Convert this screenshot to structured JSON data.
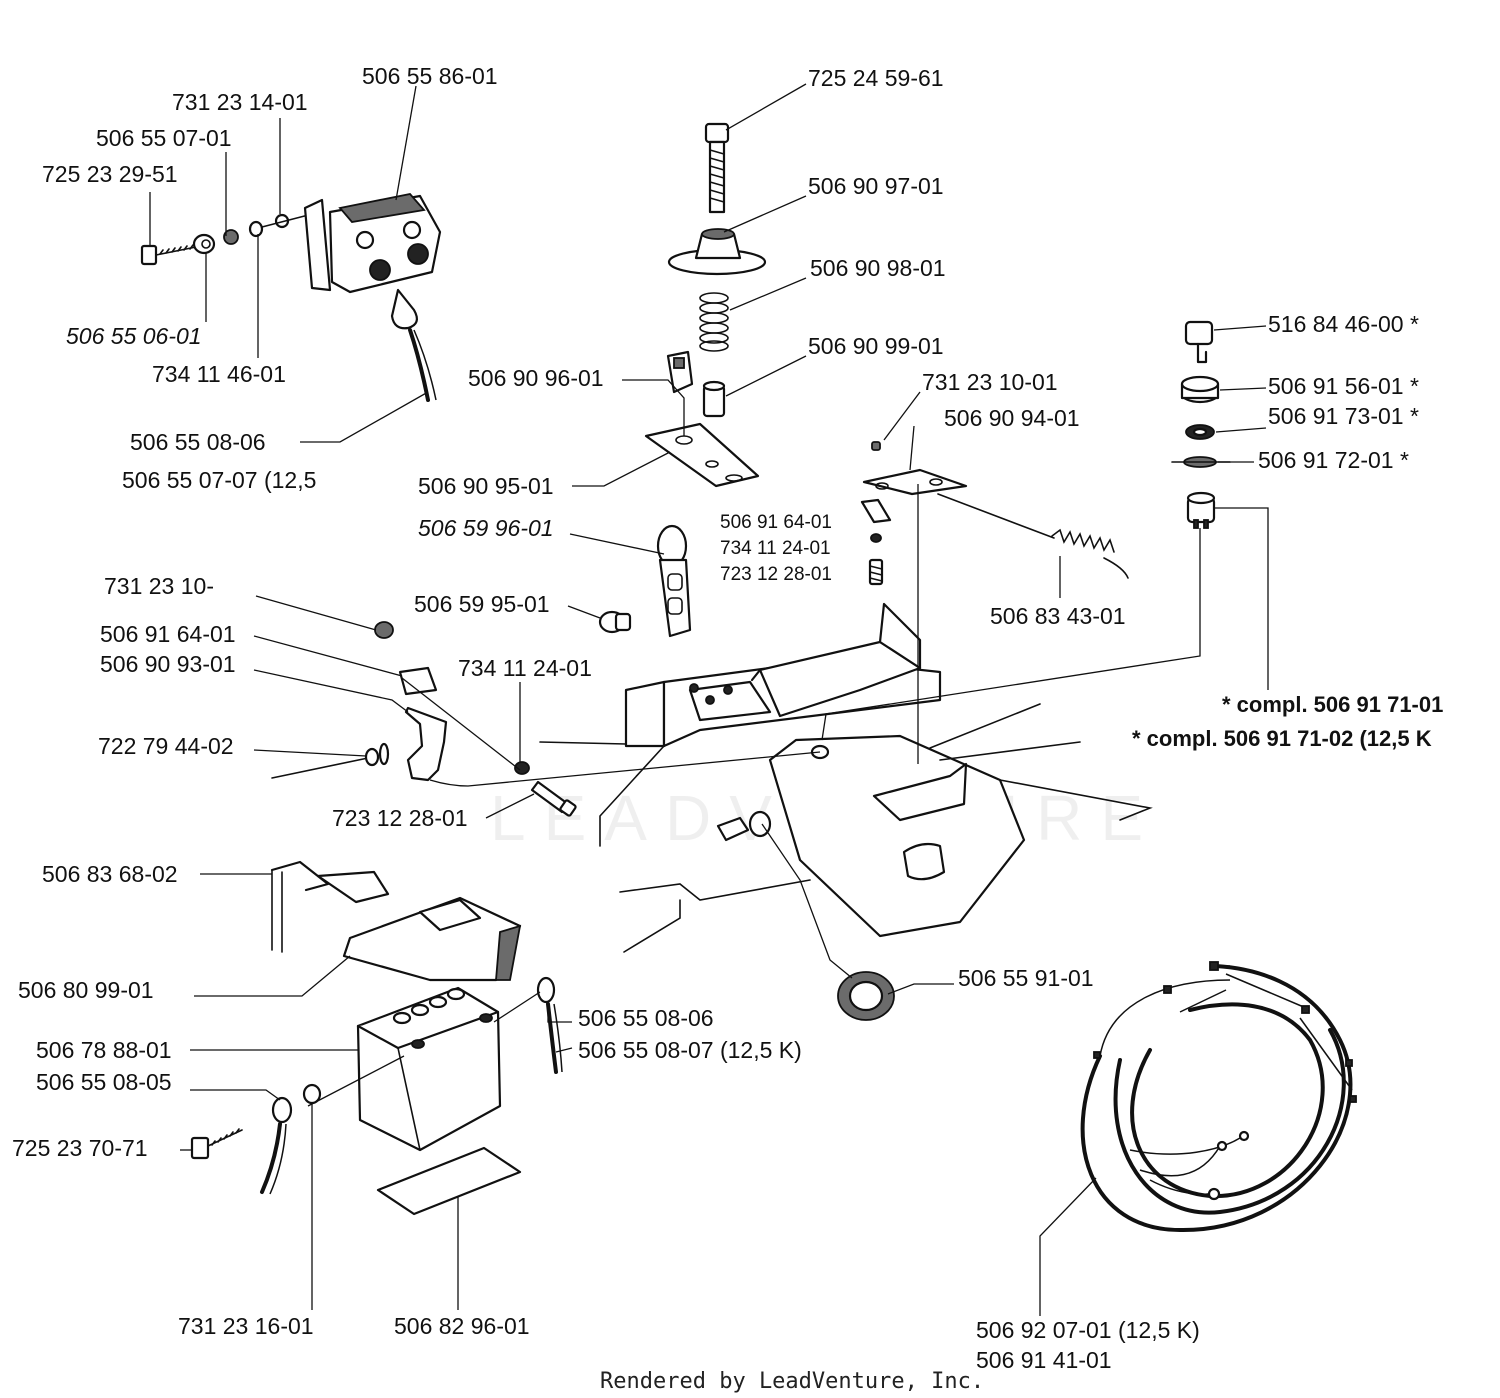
{
  "labels": {
    "p1": "506 55 86-01",
    "p2": "731 23 14-01",
    "p3": "506 55 07-01",
    "p4": "725 23 29-51",
    "p5": "506 55 06-01",
    "p6": "734 11 46-01",
    "p7": "506 55 08-06",
    "p8": "506 55 07-07 (12,5",
    "p9": "725 24 59-61",
    "p10": "506 90 97-01",
    "p11": "506 90 98-01",
    "p12": "506 90 99-01",
    "p13": "506 90 96-01",
    "p14": "506 90 95-01",
    "p15": "506 59 96-01",
    "p16": "506 59 95-01",
    "p17": "731 23 10-01",
    "p18": "506 90 94-01",
    "p19": "506 91 64-01",
    "p20": "734 11 24-01",
    "p21": "723 12 28-01",
    "p22": "506 83 43-01",
    "p23": "516 84 46-00 *",
    "p24": "506 91 56-01 *",
    "p25": "506 91 73-01 *",
    "p26": "506 91 72-01 *",
    "p27": "* compl. 506 91 71-01",
    "p28": "* compl. 506 91 71-02 (12,5 K",
    "p29": "731 23 10-",
    "p30": "506 91 64-01",
    "p31": "506 90 93-01",
    "p32": "734 11 24-01",
    "p33": "722 79 44-02",
    "p34": "723 12 28-01",
    "p35": "506 83 68-02",
    "p36": "506 80 99-01",
    "p37": "506 78 88-01",
    "p38": "506 55 08-05",
    "p39": "725 23 70-71",
    "p40": "506 55 08-06",
    "p41": "506 55 08-07 (12,5 K)",
    "p42": "506 55 91-01",
    "p43": "731 23 16-01",
    "p44": "506 82 96-01",
    "p45": "506 92 07-01 (12,5 K)",
    "p46": "506 91 41-01"
  },
  "footer": "Rendered by LeadVenture, Inc.",
  "watermark": "LEADVENTURE"
}
